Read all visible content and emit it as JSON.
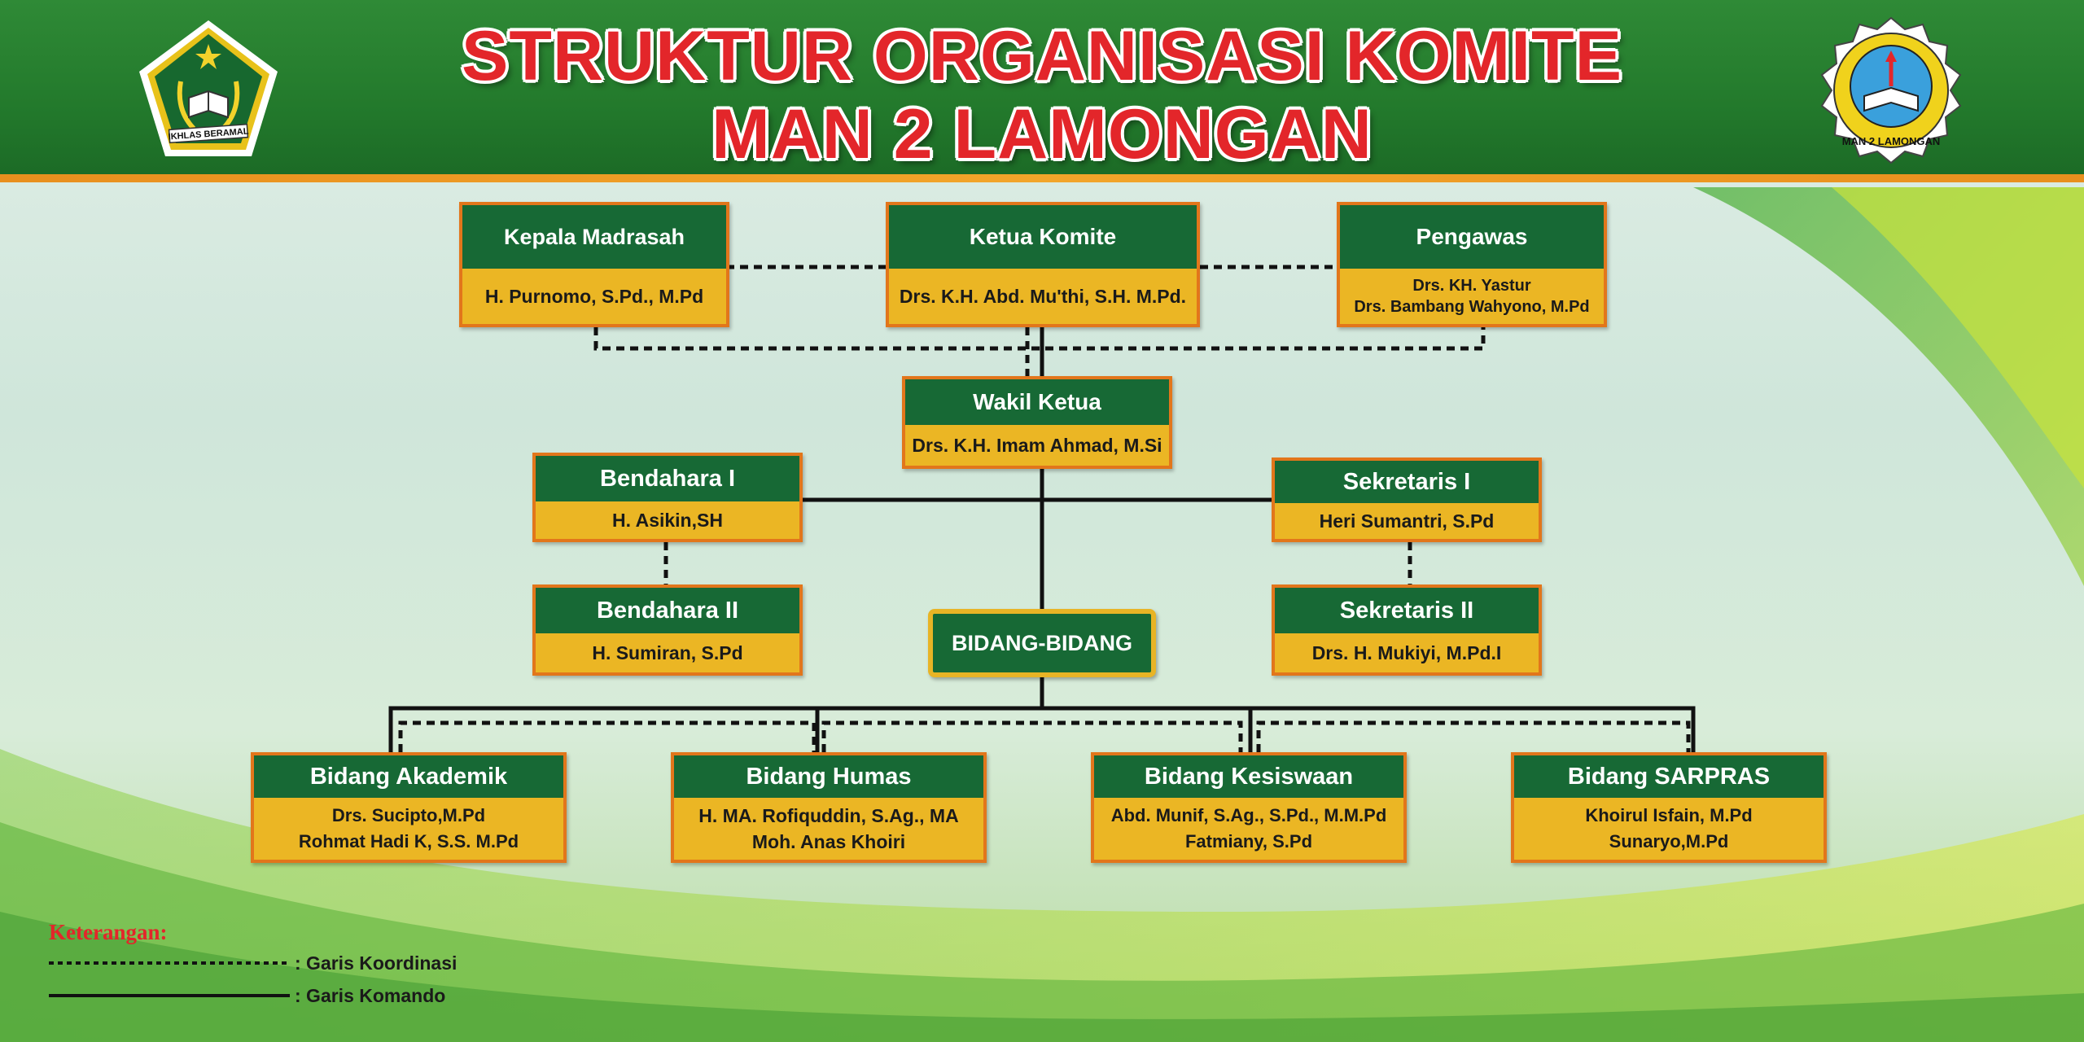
{
  "header": {
    "title_line1": "STRUKTUR ORGANISASI KOMITE",
    "title_line2": "MAN 2 LAMONGAN",
    "left_logo_text": "IKHLAS BERAMAL",
    "right_logo_text": "MAN 2 LAMONGAN"
  },
  "colors": {
    "header_green": "#237a2c",
    "box_header_green": "#176935",
    "box_body_gold": "#ebb624",
    "box_border_orange": "#e2761b",
    "title_red": "#e3262a"
  },
  "nodes": {
    "kepala": {
      "title": "Kepala Madrasah",
      "names": [
        "H. Purnomo, S.Pd., M.Pd"
      ]
    },
    "ketua": {
      "title": "Ketua Komite",
      "names": [
        "Drs. K.H. Abd. Mu'thi, S.H. M.Pd."
      ]
    },
    "pengawas": {
      "title": "Pengawas",
      "names": [
        "Drs. KH. Yastur",
        "Drs. Bambang Wahyono, M.Pd"
      ]
    },
    "wakil": {
      "title": "Wakil Ketua",
      "names": [
        "Drs. K.H. Imam Ahmad, M.Si"
      ]
    },
    "bendahara1": {
      "title": "Bendahara I",
      "names": [
        "H. Asikin,SH"
      ]
    },
    "bendahara2": {
      "title": "Bendahara II",
      "names": [
        "H. Sumiran, S.Pd"
      ]
    },
    "sekretaris1": {
      "title": "Sekretaris I",
      "names": [
        "Heri Sumantri, S.Pd"
      ]
    },
    "sekretaris2": {
      "title": "Sekretaris II",
      "names": [
        "Drs. H. Mukiyi, M.Pd.I"
      ]
    },
    "bidang_bidang": {
      "title": "BIDANG-BIDANG"
    },
    "akademik": {
      "title": "Bidang Akademik",
      "names": [
        "Drs. Sucipto,M.Pd",
        "Rohmat Hadi K, S.S. M.Pd"
      ]
    },
    "humas": {
      "title": "Bidang Humas",
      "names": [
        "H. MA. Rofiquddin, S.Ag., MA",
        "Moh. Anas Khoiri"
      ]
    },
    "kesiswaan": {
      "title": "Bidang Kesiswaan",
      "names": [
        "Abd. Munif, S.Ag., S.Pd., M.M.Pd",
        "Fatmiany, S.Pd"
      ]
    },
    "sarpras": {
      "title": "Bidang SARPRAS",
      "names": [
        "Khoirul Isfain, M.Pd",
        "Sunaryo,M.Pd"
      ]
    }
  },
  "legend": {
    "title": "Keterangan:",
    "dotted": ": Garis Koordinasi",
    "solid": ": Garis Komando"
  }
}
